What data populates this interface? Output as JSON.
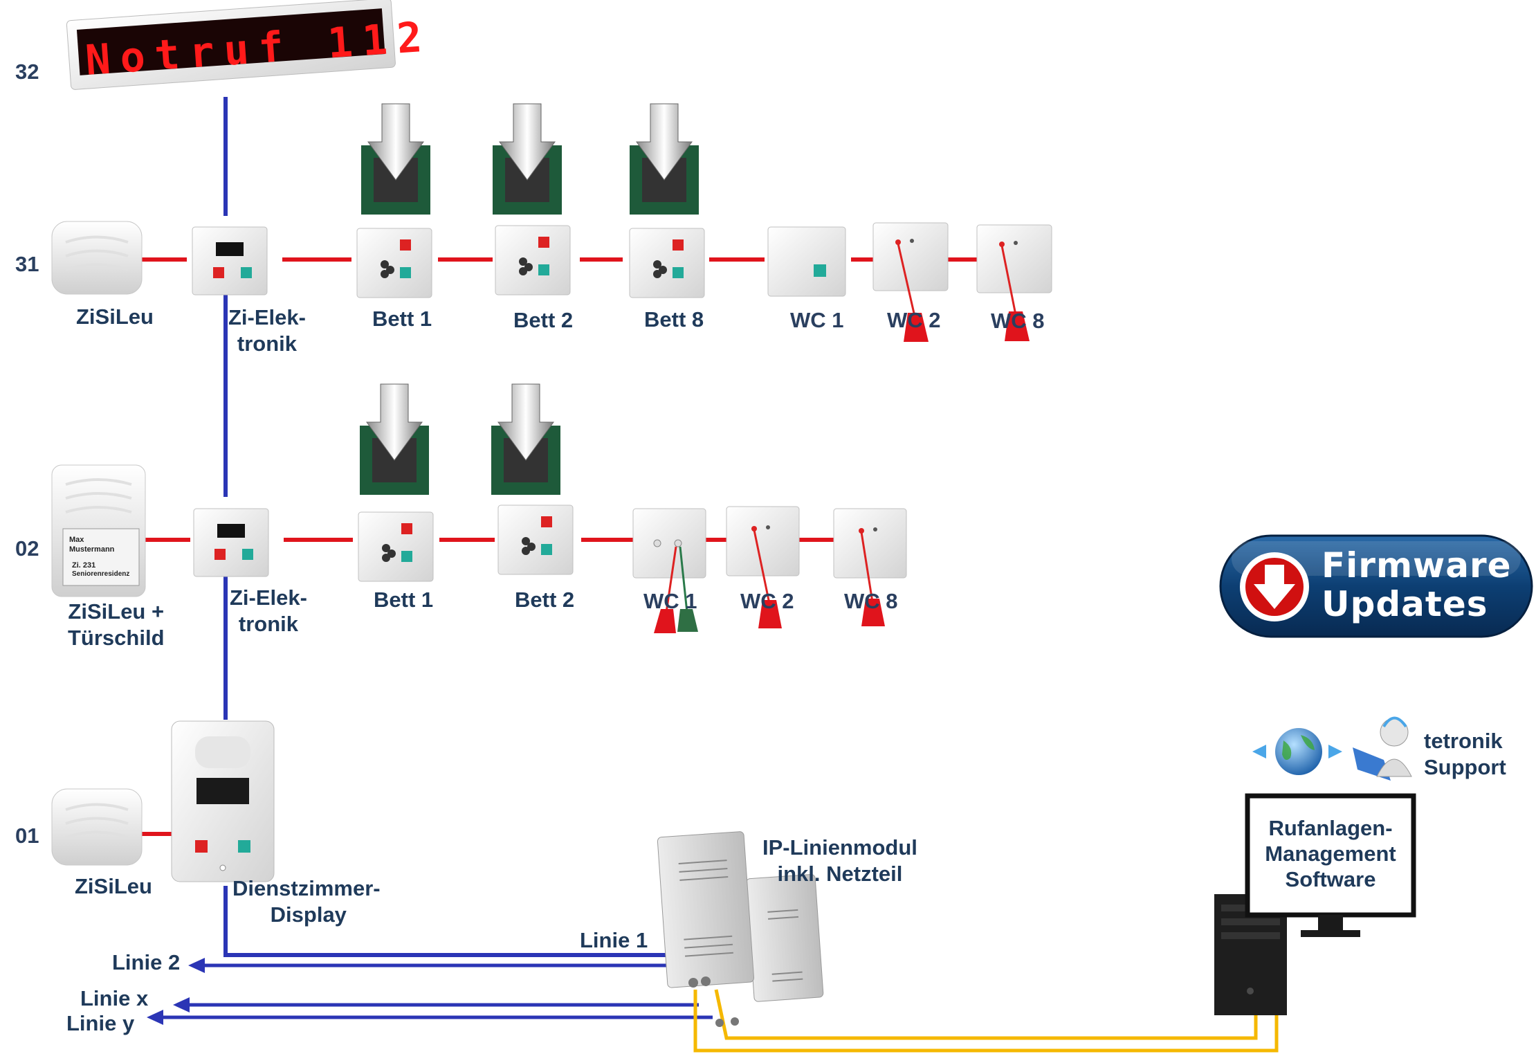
{
  "levels": {
    "top": "32",
    "upper": "31",
    "middle": "02",
    "bottom": "01"
  },
  "display": {
    "text": "Notruf 112"
  },
  "row31": {
    "zisileu": "ZiSiLeu",
    "zi_line1": "Zi-Elek-",
    "zi_line2": "tronik",
    "bett1": "Bett 1",
    "bett2": "Bett 2",
    "bett8": "Bett 8",
    "wc1": "WC 1",
    "wc2": "WC 2",
    "wc8": "WC 8"
  },
  "row02": {
    "zisileu_line1": "ZiSiLeu +",
    "zisileu_line2": "Türschild",
    "door_sign": {
      "name1": "Max",
      "name2": "Mustermann",
      "room": "Zi. 231",
      "place": "Seniorenresidenz"
    },
    "zi_line1": "Zi-Elek-",
    "zi_line2": "tronik",
    "bett1": "Bett 1",
    "bett2": "Bett 2",
    "wc1": "WC 1",
    "wc2": "WC 2",
    "wc8": "WC 8"
  },
  "row01": {
    "zisileu": "ZiSiLeu",
    "display_line1": "Dienstzimmer-",
    "display_line2": "Display"
  },
  "lines": {
    "linie1": "Linie 1",
    "linie2": "Linie 2",
    "linie_x": "Linie x",
    "linie_y": "Linie y"
  },
  "module": {
    "line1": "IP-Linienmodul",
    "line2": "inkl. Netzteil"
  },
  "software": {
    "line1": "Rufanlagen-",
    "line2": "Management",
    "line3": "Software"
  },
  "support": {
    "line1": "tetronik",
    "line2": "Support"
  },
  "firmware": {
    "line1": "Firmware",
    "line2": "Updates"
  },
  "colors": {
    "bus_blue": "#2b35b5",
    "room_red": "#e0141c",
    "ip_yellow": "#f5b800",
    "label": "#1f3a5a",
    "button_bg": "#0d3f73",
    "led_red": "#ff1a1a"
  }
}
